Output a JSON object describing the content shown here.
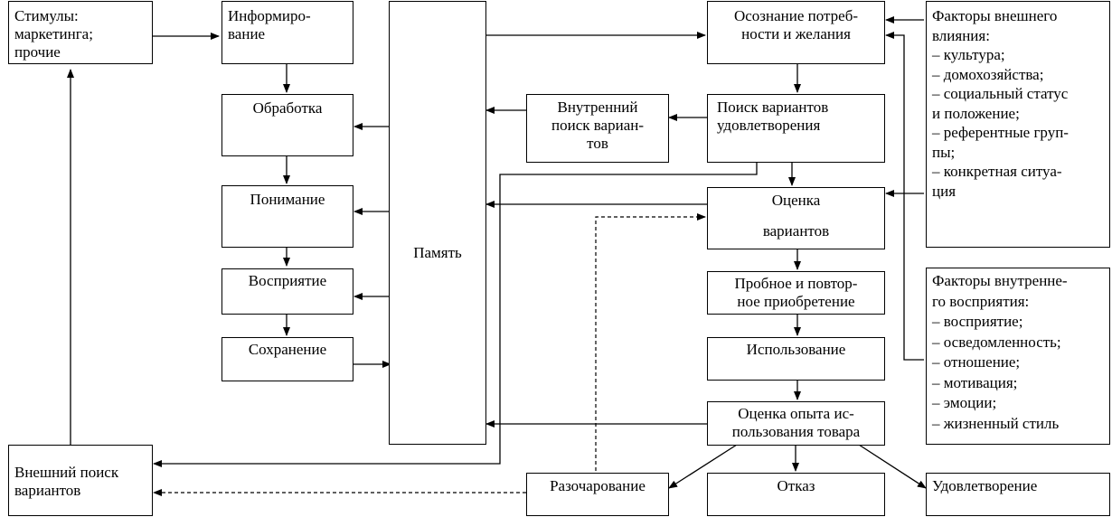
{
  "boxes": {
    "stimuli": "Стимулы:\nмаркетинга;\nпрочие",
    "informing": "Информиро-\nвание",
    "processing": "Обработка",
    "understanding": "Понимание",
    "perception": "Восприятие",
    "retention": "Сохранение",
    "memory": "Память",
    "need": "Осознание потреб-\nности и желания",
    "search": "Поиск вариантов\nудовлетворения",
    "internal_search": "Внутренний\nпоиск вариан-\nтов",
    "evaluation_1": "Оценка",
    "evaluation_2": "вариантов",
    "trial": "Пробное и повтор-\nное приобретение",
    "usage": "Использование",
    "experience": "Оценка опыта ис-\nпользования товара",
    "external_factors": "Факторы внешнего\nвлияния:\n– культура;\n– домохозяйства;\n– социальный статус\nи положение;\n– референтные груп-\nпы;\n– конкретная ситуа-\nция",
    "internal_factors": "Факторы внутренне-\nго восприятия:\n– восприятие;\n– осведомленность;\n– отношение;\n– мотивация;\n– эмоции;\n– жизненный стиль",
    "external_search": "Внешний поиск\nвариантов",
    "disappointment": "Разочарование",
    "refusal": "Отказ",
    "satisfaction": "Удовлетворение"
  }
}
